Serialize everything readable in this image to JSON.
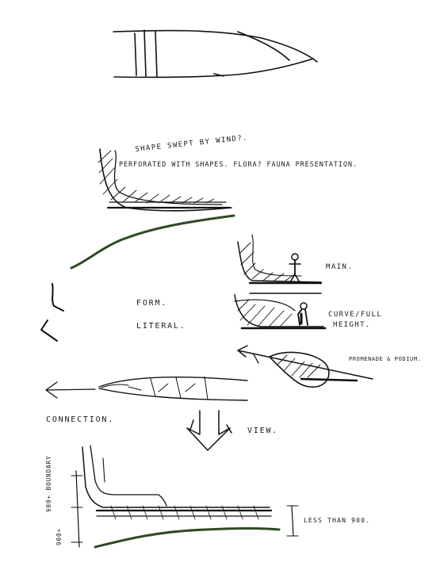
{
  "annotations": {
    "shape_swept": "SHAPE SWEPT BY WIND?.",
    "perforated": "PERFORATED WITH SHAPES. FLORA? FAUNA PRESENTATION.",
    "form": "FORM.",
    "literal": "LITERAL.",
    "main": "MAIN.",
    "curve_full": "CURVE/FULL",
    "height": "HEIGHT.",
    "promenade": "PROMENADE & PODIUM.",
    "connection": "CONNECTION.",
    "view": "VIEW.",
    "less_than": "LESS THAN 900.",
    "dim_900_boundary": "900+ BOUNDARY",
    "dim_900": "900+"
  },
  "colors": {
    "ink": "#111111",
    "landscape": "#2e4a25"
  }
}
